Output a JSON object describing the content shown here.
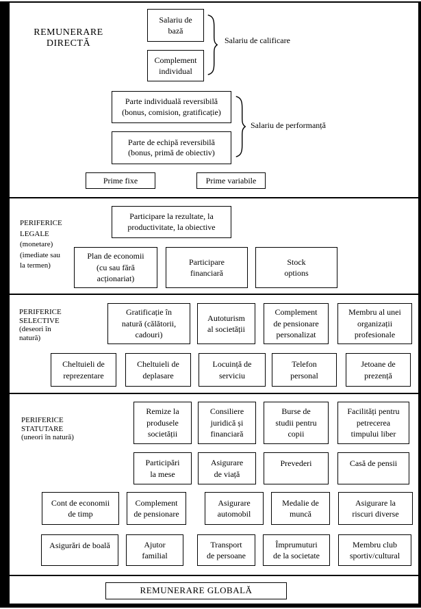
{
  "colors": {
    "border": "#000000",
    "background": "#ffffff"
  },
  "sections": {
    "remunerare_directa": {
      "label_lines": [
        "REMUNERARE",
        "DIRECTĂ"
      ],
      "salariu_de_baza": [
        "Salariu de",
        "bază"
      ],
      "complement_individual": [
        "Complement",
        "individual"
      ],
      "salariu_de_calificare": "Salariu de calificare",
      "parte_individuala": [
        "Parte individuală reversibilă",
        "(bonus, comision, gratificație)"
      ],
      "parte_de_echipa": [
        "Parte de echipă reversibilă",
        "(bonus, primă de obiectiv)"
      ],
      "salariu_de_performanta": "Salariu de performanță",
      "prime_fixe": "Prime fixe",
      "prime_variabile": "Prime variabile"
    },
    "periferice_legale": {
      "label_lines": [
        "PERIFERICE",
        "LEGALE",
        "(monetare)",
        "(imediate sau",
        "la termen)"
      ],
      "participare_rezultate": [
        "Participare la rezultate, la",
        "productivitate, la obiective"
      ],
      "plan_de_economii": [
        "Plan de economii",
        "(cu sau fără",
        "acționariat)"
      ],
      "participare_financiara": [
        "Participare",
        "financiară"
      ],
      "stock_options": [
        "Stock",
        "options"
      ]
    },
    "periferice_selective": {
      "label_lines": [
        "PERIFERICE",
        "SELECTIVE",
        "(deseori în",
        "natură)"
      ],
      "gratificatie_in_natura": [
        "Gratificație în",
        "natură (călătorii,",
        "cadouri)"
      ],
      "autoturism": [
        "Autoturism",
        "al societății"
      ],
      "complement_pensionare_personalizat": [
        "Complement",
        "de pensionare",
        "personalizat"
      ],
      "membru_organizatii": [
        "Membru al unei",
        "organizații",
        "profesionale"
      ],
      "cheltuieli_reprezentare": [
        "Cheltuieli de",
        "reprezentare"
      ],
      "cheltuieli_deplasare": [
        "Cheltuieli de",
        "deplasare"
      ],
      "locuinta_serviciu": [
        "Locuință de",
        "serviciu"
      ],
      "telefon_personal": [
        "Telefon",
        "personal"
      ],
      "jetoane_prezenta": [
        "Jetoane de",
        "prezență"
      ]
    },
    "periferice_statutare": {
      "label_lines": [
        "PERIFERICE",
        "STATUTARE",
        "(uneori în natură)"
      ],
      "remize_produse": [
        "Remize la",
        "produsele",
        "societății"
      ],
      "consiliere": [
        "Consiliere",
        "juridică și",
        "financiară"
      ],
      "burse_studii": [
        "Burse de",
        "studii pentru",
        "copii"
      ],
      "facilitati_timp_liber": [
        "Facilități pentru",
        "petrecerea",
        "timpului liber"
      ],
      "participari_mese": [
        "Participări",
        "la mese"
      ],
      "asigurare_viata": [
        "Asigurare",
        "de viață"
      ],
      "prevederi": "Prevederi",
      "casa_pensii": "Casă de pensii",
      "cont_economii_timp": [
        "Cont de economii",
        "de timp"
      ],
      "complement_pensionare": [
        "Complement",
        "de pensionare"
      ],
      "asigurare_automobil": [
        "Asigurare",
        "automobil"
      ],
      "medalie_munca": [
        "Medalie de",
        "muncă"
      ],
      "asigurare_riscuri": [
        "Asigurare la",
        "riscuri diverse"
      ],
      "asigurari_boala": "Asigurări de boală",
      "ajutor_familial": [
        "Ajutor",
        "familial"
      ],
      "transport_persoane": [
        "Transport",
        "de persoane"
      ],
      "imprumuturi_societate": [
        "Împrumuturi",
        "de la societate"
      ],
      "membru_club": [
        "Membru club",
        "sportiv/cultural"
      ]
    },
    "remunerare_globala": {
      "label": "REMUNERARE GLOBALĂ"
    }
  }
}
